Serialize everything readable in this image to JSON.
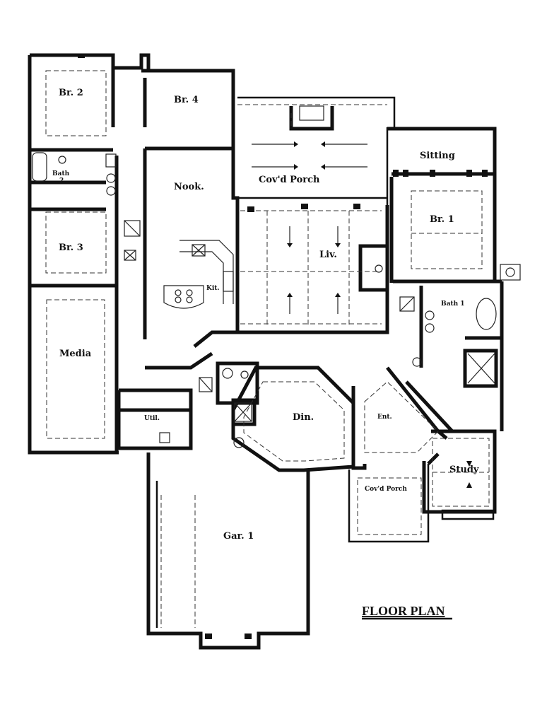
{
  "rooms": {
    "br2": "Br. 2",
    "br4": "Br. 4",
    "bath2_a": "Bath",
    "bath2_b": "2",
    "nook": "Nook.",
    "covd_porch_rear": "Cov'd Porch",
    "sitting": "Sitting",
    "br1": "Br. 1",
    "br3": "Br. 3",
    "liv": "Liv.",
    "kit": "Kit.",
    "bath1": "Bath 1",
    "media": "Media",
    "din": "Din.",
    "ent": "Ent.",
    "util": "Util.",
    "covd_porch_front": "Cov'd Porch",
    "study": "Study",
    "gar1": "Gar. 1"
  },
  "plan_title": "FLOOR PLAN"
}
